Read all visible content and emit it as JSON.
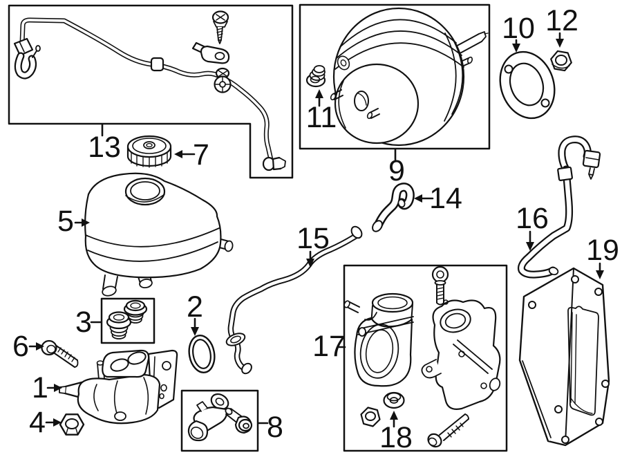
{
  "diagram": {
    "description": "exploded parts diagram of brake master cylinder, reservoir, vacuum booster, pump and hoses",
    "background_color": "#ffffff",
    "line_color": "#111111",
    "callouts": [
      {
        "label": "1",
        "part": "brake-master-cylinder",
        "connector": "arrow-right"
      },
      {
        "label": "2",
        "part": "o-ring-seal",
        "connector": "arrow-down"
      },
      {
        "label": "3",
        "part": "reservoir-grommets",
        "connector": "line-right"
      },
      {
        "label": "4",
        "part": "mounting-nut",
        "connector": "arrow-right"
      },
      {
        "label": "5",
        "part": "brake-fluid-reservoir",
        "connector": "arrow-right"
      },
      {
        "label": "6",
        "part": "mounting-bolt",
        "connector": "arrow-right"
      },
      {
        "label": "7",
        "part": "reservoir-cap",
        "connector": "arrow-left"
      },
      {
        "label": "8",
        "part": "bracket-and-bolt",
        "connector": "line-left"
      },
      {
        "label": "9",
        "part": "power-brake-booster",
        "connector": "line-up"
      },
      {
        "label": "10",
        "part": "booster-gasket",
        "connector": "arrow-down"
      },
      {
        "label": "11",
        "part": "check-valve-grommet",
        "connector": "arrow-up"
      },
      {
        "label": "12",
        "part": "flange-nut",
        "connector": "arrow-down"
      },
      {
        "label": "13",
        "part": "brake-line-assembly",
        "connector": "line-up"
      },
      {
        "label": "14",
        "part": "elbow-hose",
        "connector": "arrow-left"
      },
      {
        "label": "15",
        "part": "vacuum-pipe",
        "connector": "arrow-down"
      },
      {
        "label": "16",
        "part": "vacuum-hose",
        "connector": "arrow-down"
      },
      {
        "label": "17",
        "part": "vacuum-pump-kit",
        "connector": "line-right"
      },
      {
        "label": "18",
        "part": "pump-grommet",
        "connector": "arrow-up"
      },
      {
        "label": "19",
        "part": "heat-shield-bracket",
        "connector": "arrow-down"
      }
    ]
  }
}
